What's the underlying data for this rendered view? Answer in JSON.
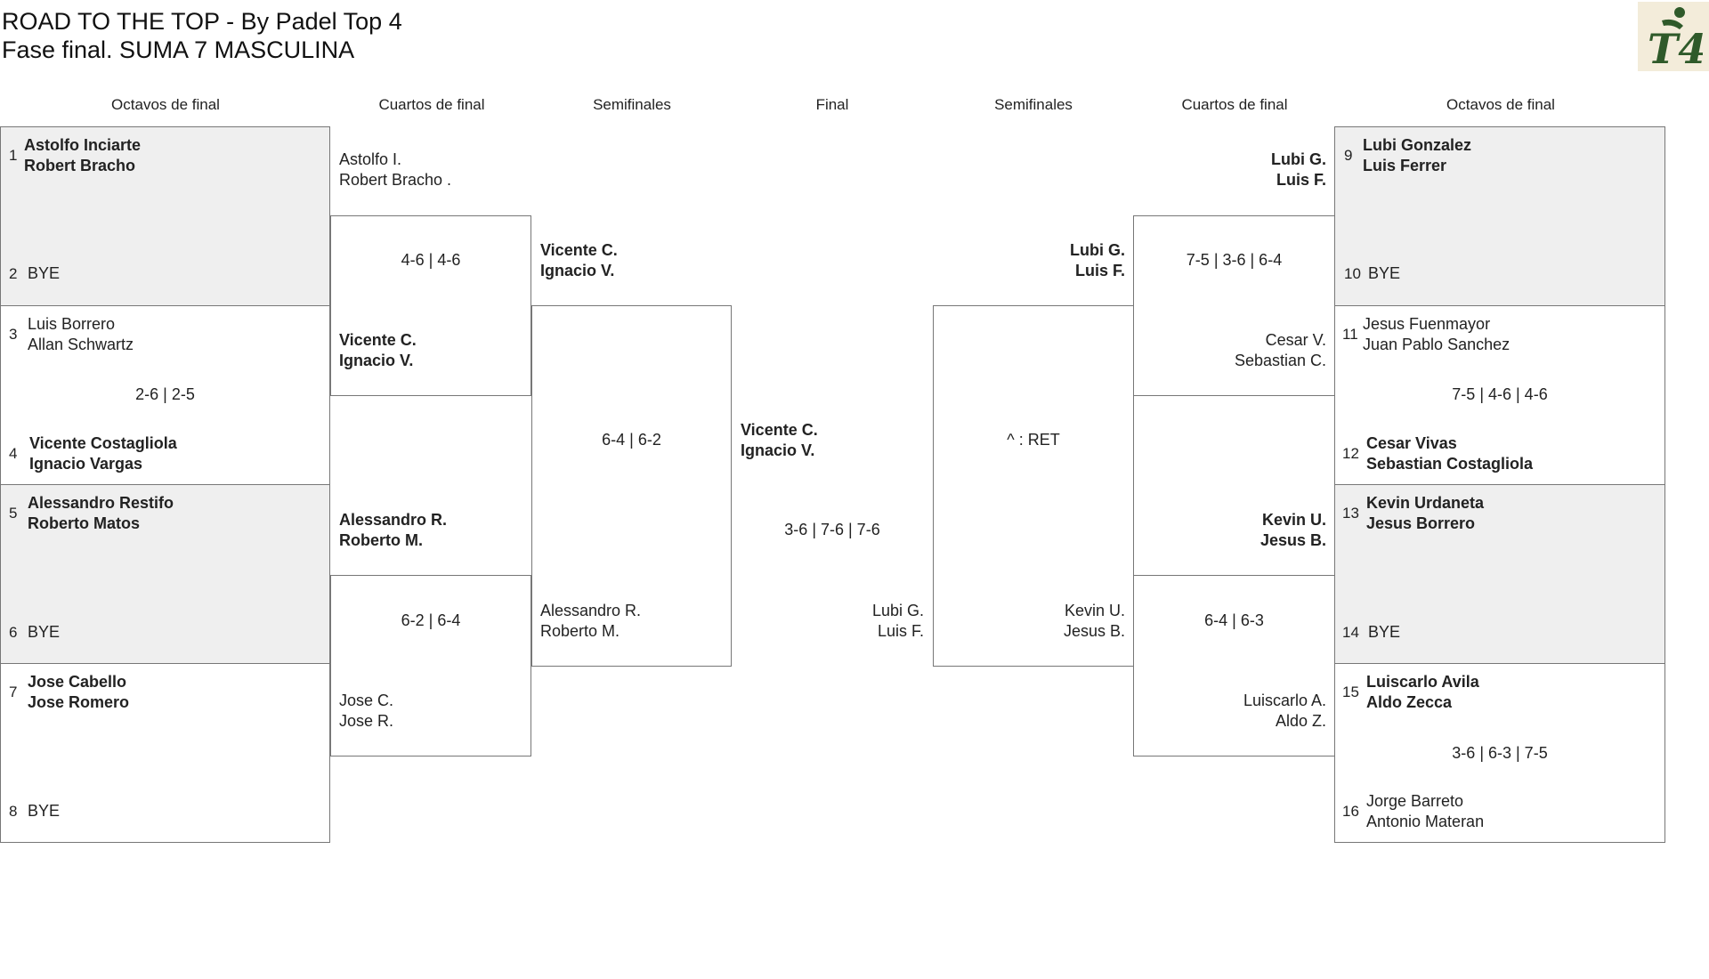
{
  "header": {
    "title_line1": "ROAD TO THE TOP - By Padel Top 4",
    "title_line2": "Fase final. SUMA 7 MASCULINA"
  },
  "logo": {
    "text": "T4",
    "color": "#2f5a2a",
    "bg": "#f3ecda"
  },
  "columns": {
    "l1": "Octavos de final",
    "l2": "Cuartos de final",
    "l3": "Semifinales",
    "c": "Final",
    "r3": "Semifinales",
    "r2": "Cuartos de final",
    "r1": "Octavos de final"
  },
  "left_r16": [
    {
      "seed_top": "1",
      "top_a": "Astolfo Inciarte",
      "top_b": "Robert Bracho",
      "seed_bottom": "2",
      "bottom": "BYE",
      "score": ""
    },
    {
      "seed_top": "3",
      "top_a": "Luis Borrero",
      "top_b": "Allan Schwartz",
      "seed_bottom": "4",
      "bottom_a": "Vicente Costagliola",
      "bottom_b": "Ignacio Vargas",
      "score": "2-6 | 2-5"
    },
    {
      "seed_top": "5",
      "top_a": "Alessandro Restifo",
      "top_b": "Roberto Matos",
      "seed_bottom": "6",
      "bottom": "BYE",
      "score": ""
    },
    {
      "seed_top": "7",
      "top_a": "Jose Cabello",
      "top_b": "Jose Romero",
      "seed_bottom": "8",
      "bottom": "BYE",
      "score": ""
    }
  ],
  "left_qf": [
    {
      "top_a": "Astolfo I.",
      "top_b": "Robert Bracho .",
      "bottom_a": "Vicente C.",
      "bottom_b": "Ignacio V.",
      "score": "4-6 | 4-6"
    },
    {
      "top_a": "Alessandro R.",
      "top_b": "Roberto M.",
      "bottom_a": "Jose C.",
      "bottom_b": "Jose R.",
      "score": "6-2 | 6-4"
    }
  ],
  "left_sf": {
    "top_a": "Vicente C.",
    "top_b": "Ignacio V.",
    "bottom_a": "Alessandro R.",
    "bottom_b": "Roberto M.",
    "score": "6-4 | 6-2"
  },
  "final": {
    "left_a": "Vicente C.",
    "left_b": "Ignacio V.",
    "right_a": "Lubi G.",
    "right_b": "Luis F.",
    "score": "3-6 | 7-6 | 7-6"
  },
  "right_sf": {
    "top_a": "Lubi G.",
    "top_b": "Luis F.",
    "bottom_a": "Kevin U.",
    "bottom_b": "Jesus B.",
    "score": "^ : RET"
  },
  "right_qf": [
    {
      "top_a": "Lubi G.",
      "top_b": "Luis F.",
      "bottom_a": "Cesar V.",
      "bottom_b": "Sebastian C.",
      "score": "7-5 | 3-6 | 6-4"
    },
    {
      "top_a": "Kevin U.",
      "top_b": "Jesus B.",
      "bottom_a": "Luiscarlo A.",
      "bottom_b": "Aldo Z.",
      "score": "6-4 | 6-3"
    }
  ],
  "right_r16": [
    {
      "seed_top": "9",
      "top_a": "Lubi Gonzalez",
      "top_b": "Luis Ferrer",
      "seed_bottom": "10",
      "bottom": "BYE",
      "score": ""
    },
    {
      "seed_top": "11",
      "top_a": "Jesus Fuenmayor",
      "top_b": "Juan Pablo Sanchez",
      "seed_bottom": "12",
      "bottom_a": "Cesar Vivas",
      "bottom_b": "Sebastian Costagliola",
      "score": "7-5 | 4-6 | 4-6"
    },
    {
      "seed_top": "13",
      "top_a": "Kevin Urdaneta",
      "top_b": "Jesus Borrero",
      "seed_bottom": "14",
      "bottom": "BYE",
      "score": ""
    },
    {
      "seed_top": "15",
      "top_a": "Luiscarlo Avila",
      "top_b": "Aldo Zecca",
      "seed_bottom": "16",
      "bottom_a": "Jorge Barreto",
      "bottom_b": "Antonio Materan",
      "score": "3-6 | 6-3 | 7-5"
    }
  ]
}
